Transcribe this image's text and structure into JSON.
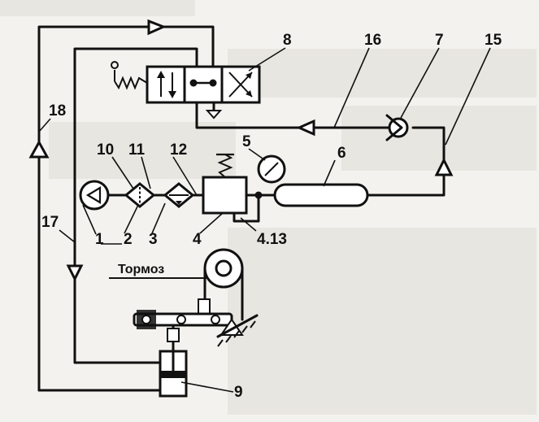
{
  "diagram": {
    "brake_label": "Тормоз",
    "labels": {
      "n1": "1",
      "n2": "2",
      "n3": "3",
      "n4": "4",
      "n4_13": "4.13",
      "n5": "5",
      "n6": "6",
      "n7": "7",
      "n8": "8",
      "n9": "9",
      "n10": "10",
      "n11": "11",
      "n12": "12",
      "n15": "15",
      "n16": "16",
      "n17": "17",
      "n18": "18"
    }
  },
  "colors": {
    "ink": "#111111",
    "paper": "#f4f2ee",
    "faded_background": "#d9d6cf"
  }
}
